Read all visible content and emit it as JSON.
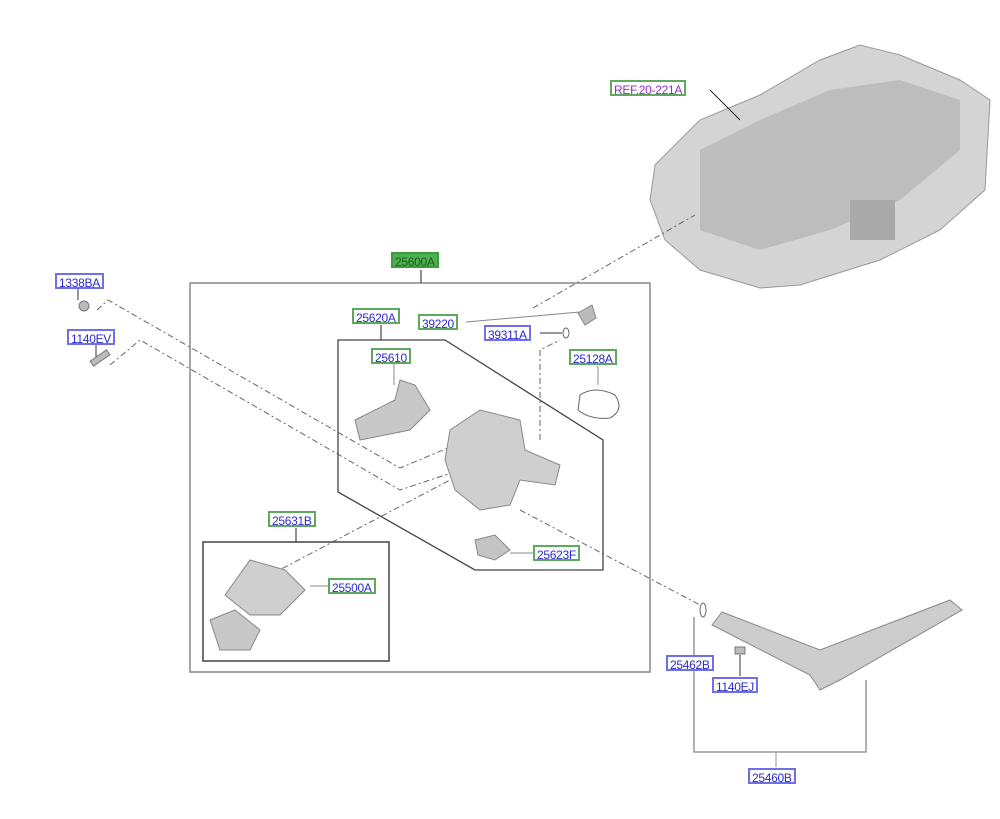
{
  "diagram": {
    "reference_label": "REF.20-221A",
    "assembly_label": "25600A",
    "parts": {
      "p1338BA": "1338BA",
      "p1140EV": "1140EV",
      "p25620A": "25620A",
      "p39220": "39220",
      "p39311A": "39311A",
      "p25610": "25610",
      "p25128A": "25128A",
      "p25631B": "25631B",
      "p25623F": "25623F",
      "p25500A": "25500A",
      "p25462B": "25462B",
      "p1140EJ": "1140EJ",
      "p25460B": "25460B"
    },
    "colors": {
      "label_text": "#2a2ad0",
      "green_border": "#5fa85f",
      "blue_border": "#6f6fe8",
      "ref_text": "#9a2ac8",
      "assembly_fill": "#4caf50"
    }
  }
}
